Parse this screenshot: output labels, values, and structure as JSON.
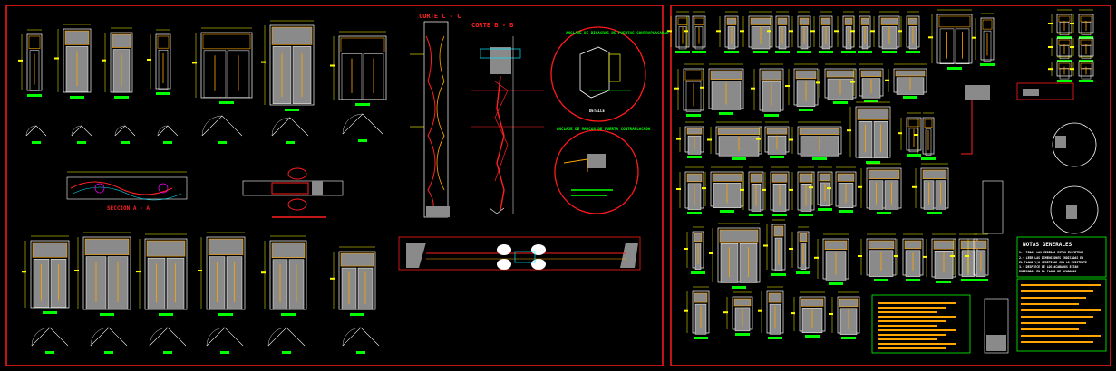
{
  "drawing": {
    "sheet_left": {
      "section_labels": {
        "corte_c": "CORTE C - C",
        "corte_b": "CORTE B - B",
        "seccion_a": "SECCION A - A"
      },
      "detail_titles": {
        "anclaje_bisagras": "ANCLAJE DE BISAGRAS DE PUERTAS CONTRAPLACADAS",
        "anclaje_marcos": "ANCLAJE DE MARCOS DE PUERTA CONTRAPLACADA"
      },
      "detail_caption": "DETALLE"
    },
    "sheet_right": {
      "notes_title": "NOTAS GENERALES",
      "notes": [
        "1.- TODAS LAS MEDIDAS ESTAN EN METROS",
        "2.- LEER LAS DIMENSIONES INDICADAS EN",
        "EL PLANO Y/O VERIFICAR CON LO EXISTENTE",
        "3.- DESPIECE DE LOS ACABADOS ESTAN",
        "INDICADOS EN EL PLANO DE ACABADOS"
      ]
    },
    "colors": {
      "background": "#000000",
      "frame": "#ff1a1a",
      "panel": "#8a8a8a",
      "line": "#ffffff",
      "accent_yellow": "#ffff00",
      "accent_orange": "#ffa500",
      "accent_green": "#00ff00",
      "accent_red": "#ff2020",
      "accent_magenta": "#ff00ff",
      "accent_cyan": "#00e5ff"
    }
  }
}
